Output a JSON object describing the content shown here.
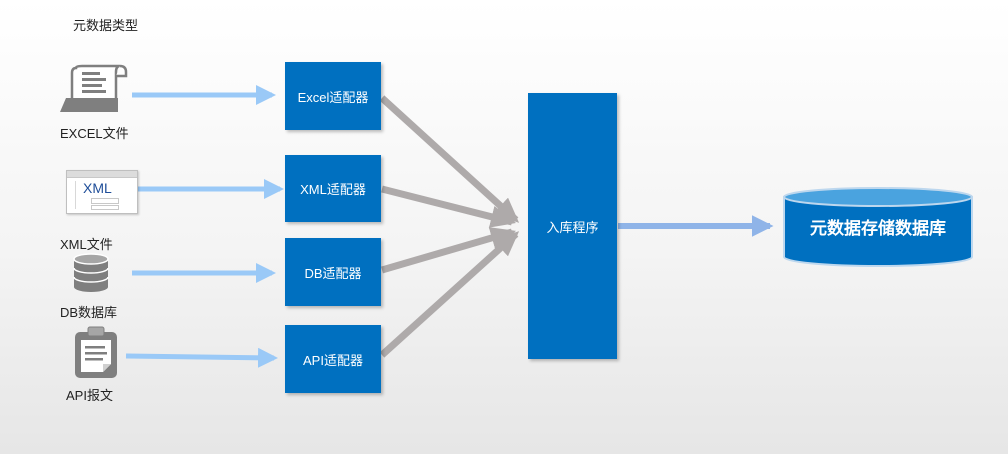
{
  "title": "元数据类型",
  "sources": [
    {
      "label": "EXCEL文件",
      "icon": "document-scroll-icon"
    },
    {
      "label": "XML文件",
      "icon": "xml-window-icon",
      "icon_text": "XML"
    },
    {
      "label": "DB数据库",
      "icon": "database-icon"
    },
    {
      "label": "API报文",
      "icon": "clipboard-icon"
    }
  ],
  "adapters": [
    "Excel适配器",
    "XML适配器",
    "DB适配器",
    "API适配器"
  ],
  "loader": "入库程序",
  "target": "元数据存储数据库",
  "colors": {
    "box": "#0070c0",
    "light_arrow": "#9ac9f7",
    "gray_arrow": "#aeaaaa",
    "blue_arrow": "#8fb4e8",
    "icon_gray": "#7f7f7f"
  }
}
